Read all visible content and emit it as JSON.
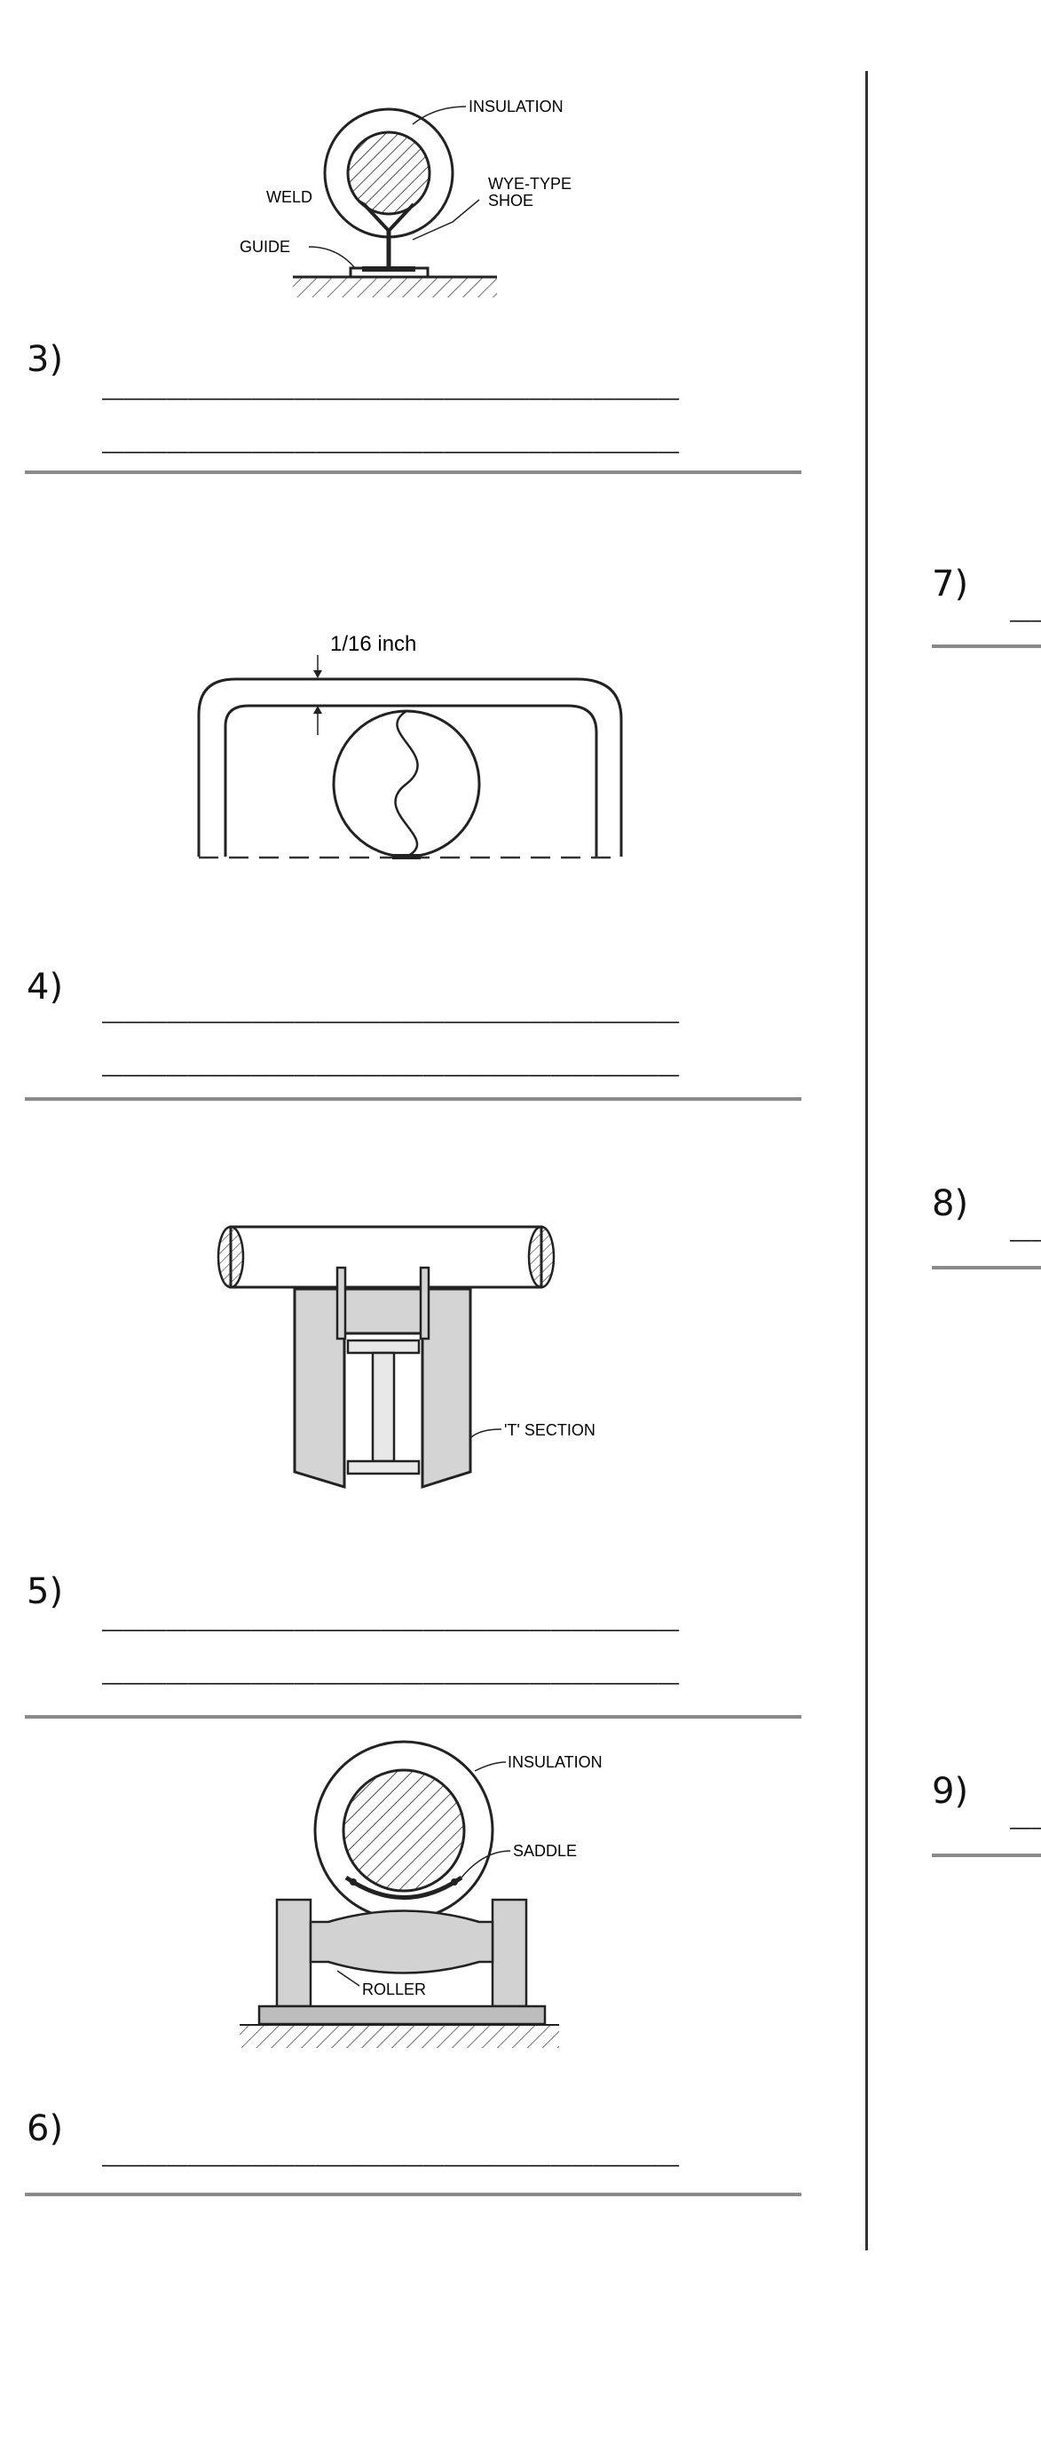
{
  "worksheet": {
    "questions": [
      {
        "number": "3)",
        "answer_lines": [
          "___________________________",
          "___________________________"
        ]
      },
      {
        "number": "4)",
        "answer_lines": [
          "___________________________",
          "___________________________"
        ]
      },
      {
        "number": "5)",
        "answer_lines": [
          "___________________________",
          "___________________________"
        ]
      },
      {
        "number": "6)",
        "answer_lines": [
          "___________________________"
        ]
      },
      {
        "number": "7)",
        "answer_lines": [
          "__"
        ]
      },
      {
        "number": "8)",
        "answer_lines": [
          "__"
        ]
      },
      {
        "number": "9)",
        "answer_lines": [
          "__"
        ]
      }
    ]
  },
  "figures": {
    "fig3": {
      "insulation": "INSULATION",
      "weld": "WELD",
      "shoe_line1": "WYE-TYPE",
      "shoe_line2": "SHOE",
      "guide": "GUIDE"
    },
    "fig4": {
      "dimension": "1/16 inch"
    },
    "fig5": {
      "section": "'T' SECTION"
    },
    "fig6": {
      "insulation": "INSULATION",
      "saddle": "SADDLE",
      "roller": "ROLLER"
    }
  }
}
